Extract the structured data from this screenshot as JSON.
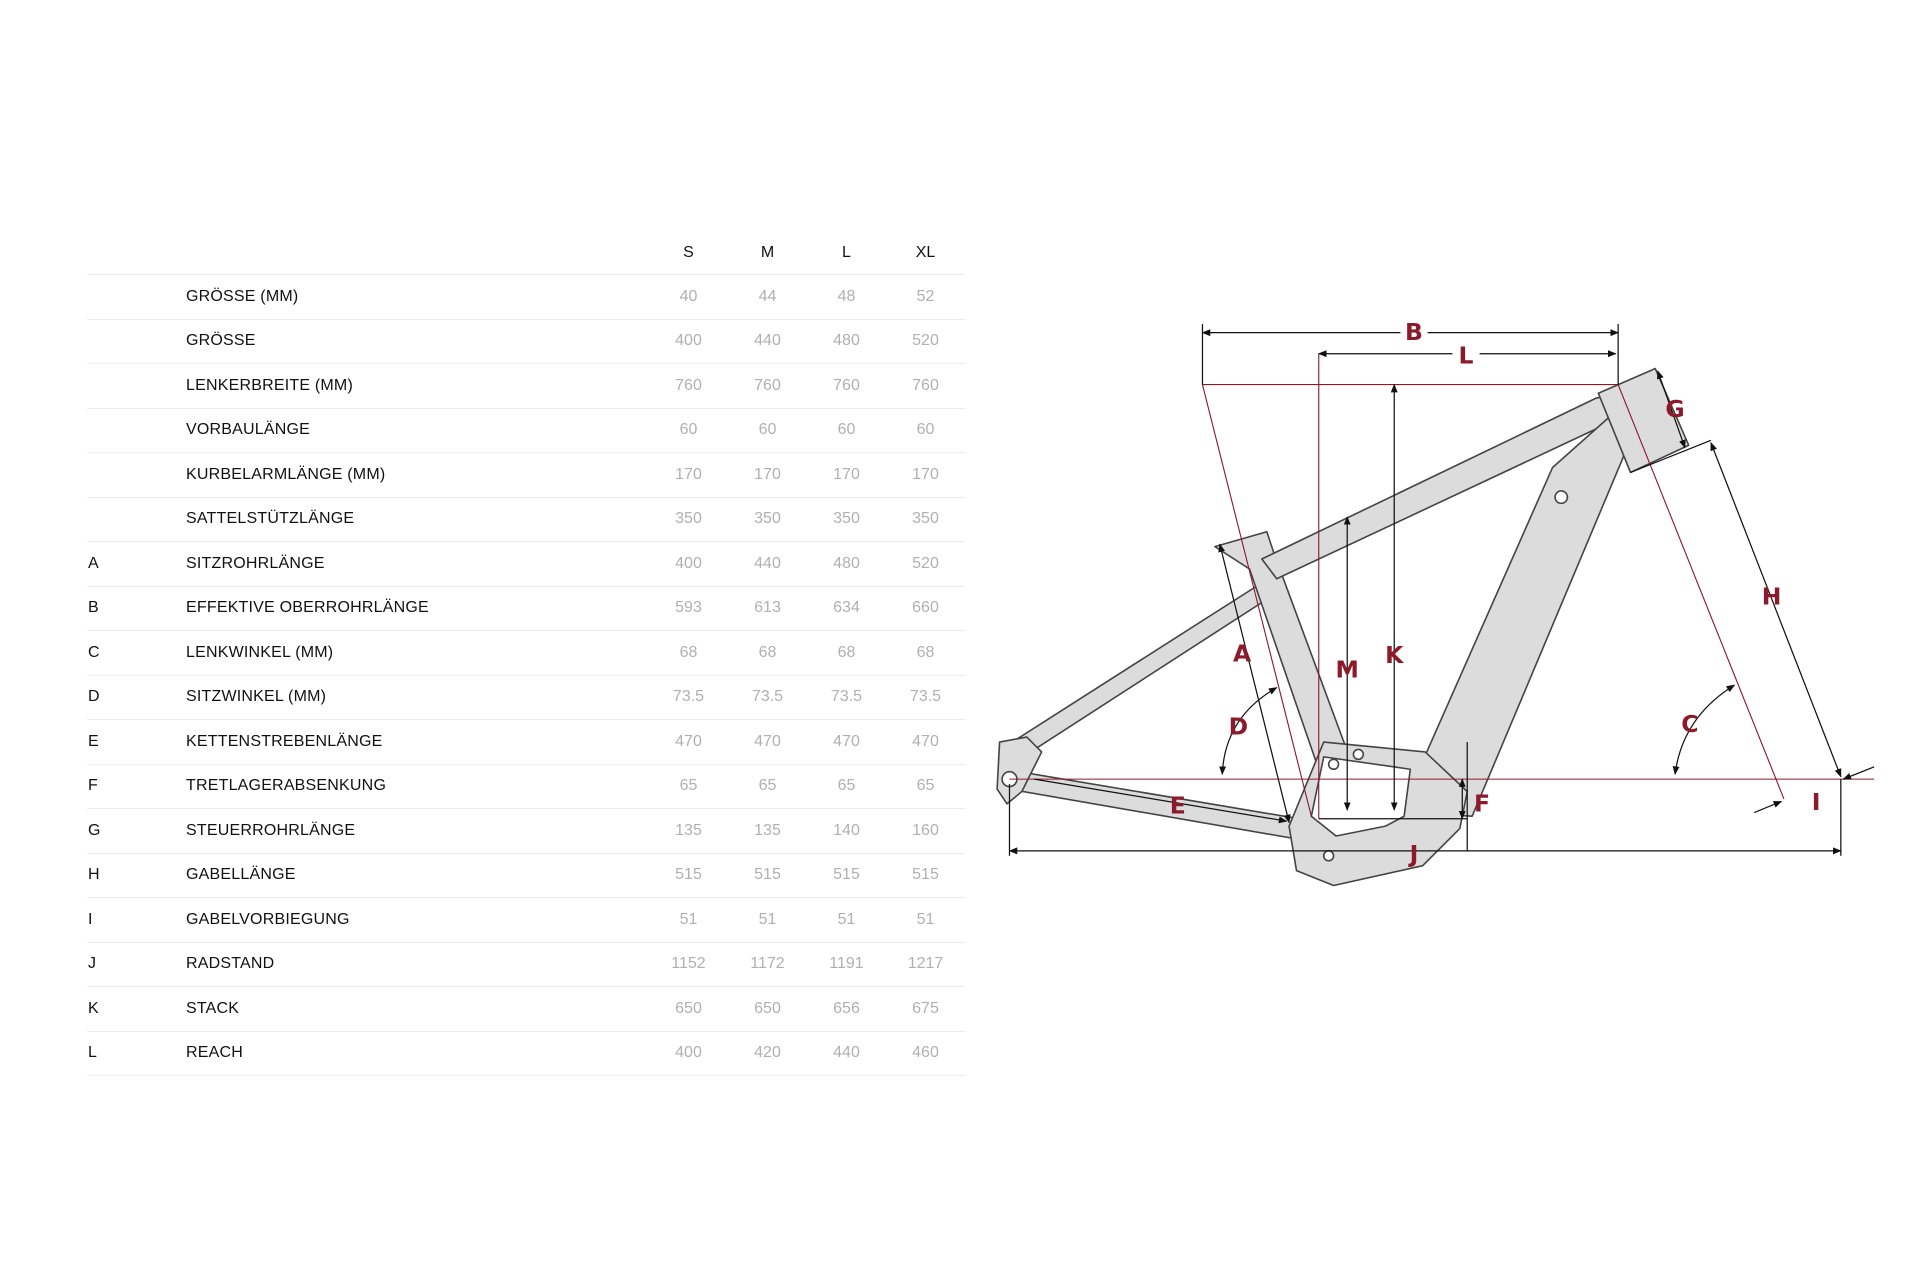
{
  "table": {
    "columns": [
      "S",
      "M",
      "L",
      "XL"
    ],
    "rows": [
      {
        "code": "",
        "label": "GRÖSSE (MM)",
        "values": [
          "40",
          "44",
          "48",
          "52"
        ]
      },
      {
        "code": "",
        "label": "GRÖSSE",
        "values": [
          "400",
          "440",
          "480",
          "520"
        ]
      },
      {
        "code": "",
        "label": "LENKERBREITE (MM)",
        "values": [
          "760",
          "760",
          "760",
          "760"
        ]
      },
      {
        "code": "",
        "label": "VORBAULÄNGE",
        "values": [
          "60",
          "60",
          "60",
          "60"
        ]
      },
      {
        "code": "",
        "label": "KURBELARMLÄNGE (MM)",
        "values": [
          "170",
          "170",
          "170",
          "170"
        ]
      },
      {
        "code": "",
        "label": "SATTELSTÜTZLÄNGE",
        "values": [
          "350",
          "350",
          "350",
          "350"
        ]
      },
      {
        "code": "A",
        "label": "SITZROHRLÄNGE",
        "values": [
          "400",
          "440",
          "480",
          "520"
        ]
      },
      {
        "code": "B",
        "label": "EFFEKTIVE OBERROHRLÄNGE",
        "values": [
          "593",
          "613",
          "634",
          "660"
        ]
      },
      {
        "code": "C",
        "label": "LENKWINKEL (MM)",
        "values": [
          "68",
          "68",
          "68",
          "68"
        ]
      },
      {
        "code": "D",
        "label": "SITZWINKEL (MM)",
        "values": [
          "73.5",
          "73.5",
          "73.5",
          "73.5"
        ]
      },
      {
        "code": "E",
        "label": "KETTENSTREBENLÄNGE",
        "values": [
          "470",
          "470",
          "470",
          "470"
        ]
      },
      {
        "code": "F",
        "label": "TRETLAGERABSENKUNG",
        "values": [
          "65",
          "65",
          "65",
          "65"
        ]
      },
      {
        "code": "G",
        "label": "STEUERROHRLÄNGE",
        "values": [
          "135",
          "135",
          "140",
          "160"
        ]
      },
      {
        "code": "H",
        "label": "GABELLÄNGE",
        "values": [
          "515",
          "515",
          "515",
          "515"
        ]
      },
      {
        "code": "I",
        "label": "GABELVORBIEGUNG",
        "values": [
          "51",
          "51",
          "51",
          "51"
        ]
      },
      {
        "code": "J",
        "label": "RADSTAND",
        "values": [
          "1152",
          "1172",
          "1191",
          "1217"
        ]
      },
      {
        "code": "K",
        "label": "STACK",
        "values": [
          "650",
          "650",
          "656",
          "675"
        ]
      },
      {
        "code": "L",
        "label": "REACH",
        "values": [
          "400",
          "420",
          "440",
          "460"
        ]
      }
    ]
  },
  "diagram": {
    "labels": {
      "A": "A",
      "B": "B",
      "C": "C",
      "D": "D",
      "E": "E",
      "F": "F",
      "G": "G",
      "H": "H",
      "I": "I",
      "J": "J",
      "K": "K",
      "L": "L",
      "M": "M"
    },
    "accent_color": "#8b1a2b",
    "frame_color": "#d9d9d9"
  }
}
